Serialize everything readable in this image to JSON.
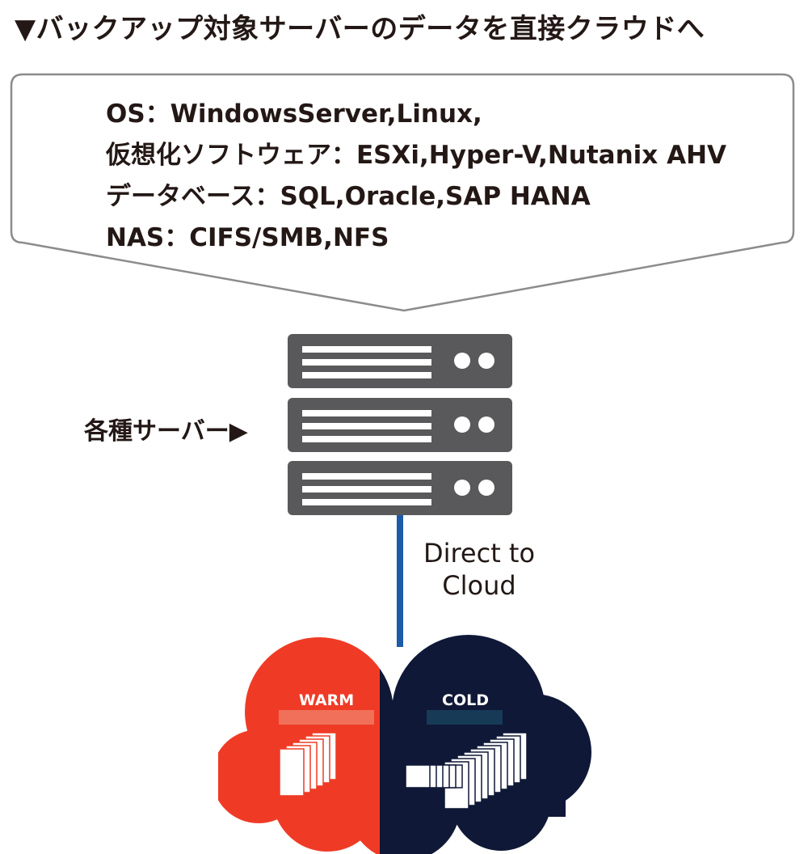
{
  "heading": "▼バックアップ対象サーバーのデータを直接クラウドへ",
  "specs": [
    "OS：WindowsServer,Linux,",
    "仮想化ソフトウェア：ESXi,Hyper-V,Nutanix AHV",
    "データベース：SQL,Oracle,SAP HANA",
    "NAS：CIFS/SMB,NFS"
  ],
  "server_label": "各種サーバー▶",
  "connection": {
    "line1": "Direct to",
    "line2": "Cloud"
  },
  "cloud": {
    "warm": {
      "label": "WARM",
      "color": "#ef3b26"
    },
    "cold": {
      "label": "COLD",
      "color": "#0f1836"
    }
  },
  "colors": {
    "server": "#59585a",
    "link": "#1d5aa8",
    "callout_border": "#8d8b8b"
  },
  "icons": [
    "server-rack-icon",
    "document-stack-icon"
  ]
}
